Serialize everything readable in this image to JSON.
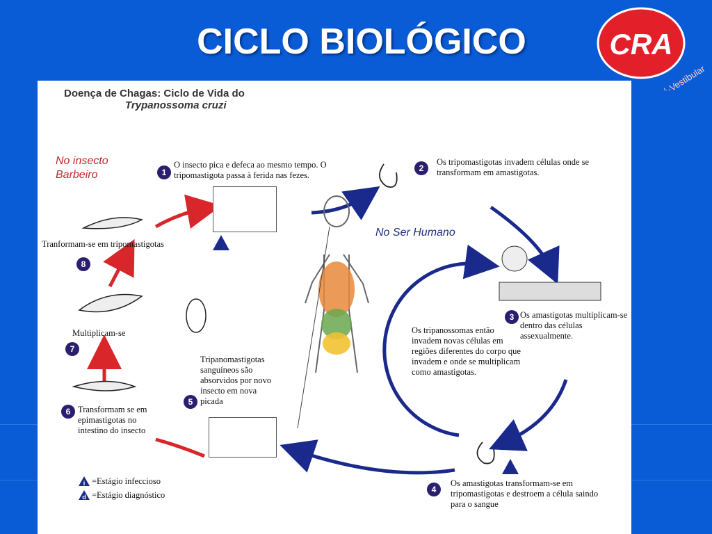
{
  "slide": {
    "title": "CICLO BIOLÓGICO",
    "logo_text": "CRA",
    "logo_subtext": "Pré-Vestibular",
    "colors": {
      "background": "#0a5bd6",
      "logo_red": "#e3202a",
      "arrow_red": "#d8262b",
      "arrow_blue": "#1a2a8c"
    }
  },
  "diagram": {
    "header_line1": "Doença de Chagas: Ciclo de Vida do",
    "header_line2": "Trypanossoma cruzi",
    "insect_label": "No insecto Barbeiro",
    "human_label": "No Ser Humano",
    "steps": [
      {
        "num": "1",
        "text": "O insecto pica e defeca ao mesmo tempo. O tripomastigota passa à ferida nas fezes."
      },
      {
        "num": "2",
        "text": "Os tripomastigotas invadem células onde se transformam em amastigotas."
      },
      {
        "num": "3",
        "text": "Os amastigotas multiplicam-se dentro das células assexualmente."
      },
      {
        "num": "4",
        "text": "Os amastigotas transformam-se em tripomastigotas e destroem a célula saindo para o sangue"
      },
      {
        "num": "5",
        "text": "Tripanomastigotas sanguíneos são absorvidos por novo insecto em nova picada"
      },
      {
        "num": "6",
        "text": "Transformam se em epimastigotas no intestino do insecto"
      },
      {
        "num": "7",
        "text": "Multiplicam-se"
      },
      {
        "num": "8",
        "text": "Tranformam-se em tripomastigotas"
      }
    ],
    "center_text": "Os tripanossomas então invadem novas células em regiões diferentes do corpo que invadem e onde se multiplicam como amastigotas.",
    "legend": [
      {
        "symbol": "i",
        "text": "=Estágio infeccioso"
      },
      {
        "symbol": "d",
        "text": "=Estágio diagnóstico"
      }
    ]
  }
}
